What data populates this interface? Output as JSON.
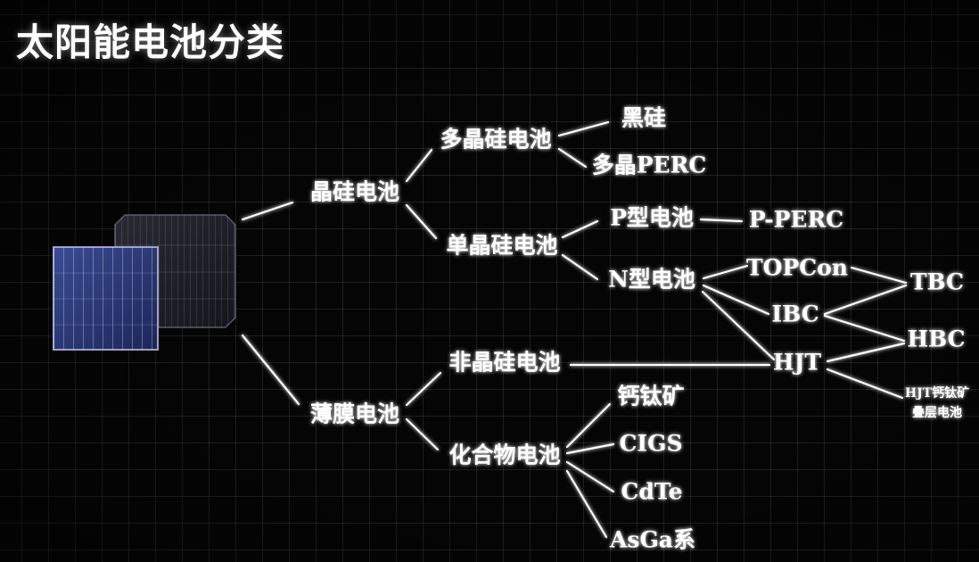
{
  "title": "太阳能电池分类",
  "nodes": {
    "crystalline": "晶硅电池",
    "thin_film": "薄膜电池",
    "poly_si": "多晶硅电池",
    "mono_si": "单晶硅电池",
    "black_si": "黑硅",
    "poly_perc": "多晶PERC",
    "p_type": "P型电池",
    "p_perc": "P-PERC",
    "n_type": "N型电池",
    "topcon": "TOPCon",
    "ibc": "IBC",
    "hjt": "HJT",
    "tbc": "TBC",
    "hbc": "HBC",
    "hjt_perovskite_line1": "HJT钙钛矿",
    "hjt_perovskite_line2": "叠层电池",
    "amorphous_si": "非晶硅电池",
    "compound": "化合物电池",
    "perovskite": "钙钛矿",
    "cigs": "CIGS",
    "cdte": "CdTe",
    "asga": "AsGa系"
  },
  "colors": {
    "background": "#050505",
    "text": "#ffffff",
    "cell_dark": "#1e1e2a",
    "cell_blue": "#2b3a78"
  }
}
